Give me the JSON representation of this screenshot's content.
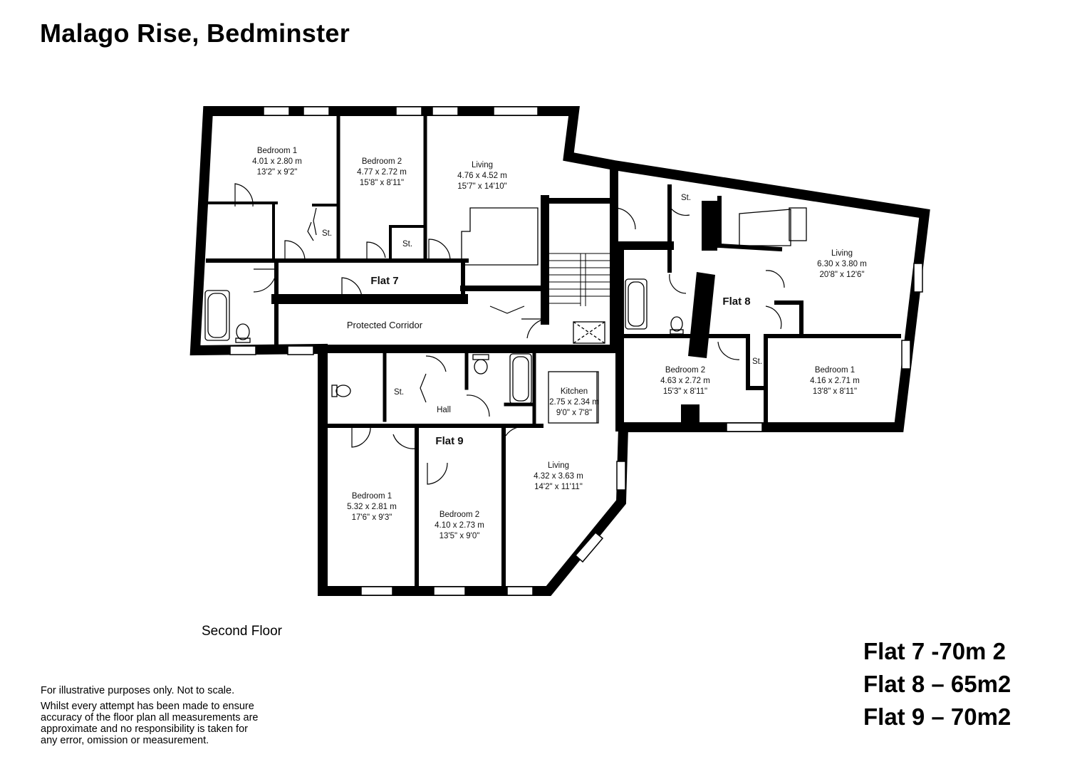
{
  "title": "Malago Rise, Bedminster",
  "floor_label": "Second Floor",
  "corridor_label": "Protected Corridor",
  "flats": [
    {
      "label": "Flat 7"
    },
    {
      "label": "Flat 8"
    },
    {
      "label": "Flat 9"
    }
  ],
  "rooms": [
    {
      "name": "Bedroom 1",
      "metric": "4.01 x 2.80 m",
      "imperial": "13'2\" x 9'2\""
    },
    {
      "name": "Bedroom 2",
      "metric": "4.77 x 2.72 m",
      "imperial": "15'8\" x 8'11\""
    },
    {
      "name": "Living",
      "metric": "4.76 x 4.52 m",
      "imperial": "15'7\" x 14'10\""
    },
    {
      "name": "Living",
      "metric": "6.30 x 3.80 m",
      "imperial": "20'8\" x 12'6\""
    },
    {
      "name": "Bedroom 2",
      "metric": "4.63 x 2.72 m",
      "imperial": "15'3\" x 8'11\""
    },
    {
      "name": "Bedroom 1",
      "metric": "4.16 x 2.71 m",
      "imperial": "13'8\" x 8'11\""
    },
    {
      "name": "Kitchen",
      "metric": "2.75 x 2.34 m",
      "imperial": "9'0\" x 7'8\""
    },
    {
      "name": "Living",
      "metric": "4.32 x 3.63 m",
      "imperial": "14'2\" x 11'11\""
    },
    {
      "name": "Bedroom 1",
      "metric": "5.32 x 2.81 m",
      "imperial": "17'6\" x 9'3\""
    },
    {
      "name": "Bedroom 2",
      "metric": "4.10 x 2.73 m",
      "imperial": "13'5\" x 9'0\""
    }
  ],
  "small_labels": [
    "St.",
    "St.",
    "St.",
    "St.",
    "St.",
    "Hall"
  ],
  "disclaimer": {
    "line1": "For illustrative purposes only. Not to scale.",
    "line2": "Whilst every attempt has been made to ensure\naccuracy of the floor plan all measurements are\napproximate and no responsibility is taken for\nany error, omission or measurement."
  },
  "areas": [
    "Flat 7 -70m 2",
    "Flat 8 – 65m2",
    "Flat 9 – 70m2"
  ]
}
